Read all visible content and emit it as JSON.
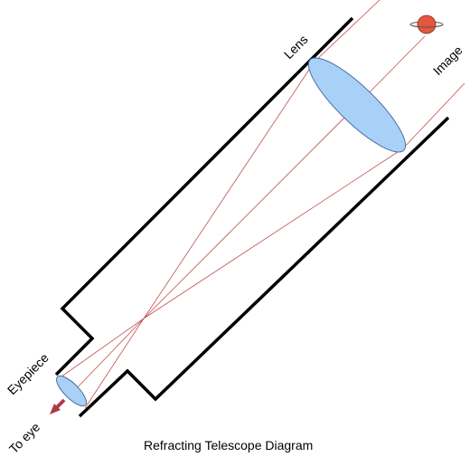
{
  "labels": {
    "lens": "Lens",
    "image": "Image",
    "eyepiece": "Eyepiece",
    "to_eye": "To eye"
  },
  "caption": "Refracting Telescope Diagram",
  "colors": {
    "tube": "#000000",
    "lens_fill": "#a9d1f7",
    "lens_stroke": "#4a6fa5",
    "ray": "#c0504d",
    "planet": "#e2583e",
    "arrow": "#b03a48",
    "background": "#ffffff"
  },
  "icons": {
    "planet": "ringed-planet-icon",
    "arrow": "arrow-down-left-icon"
  }
}
